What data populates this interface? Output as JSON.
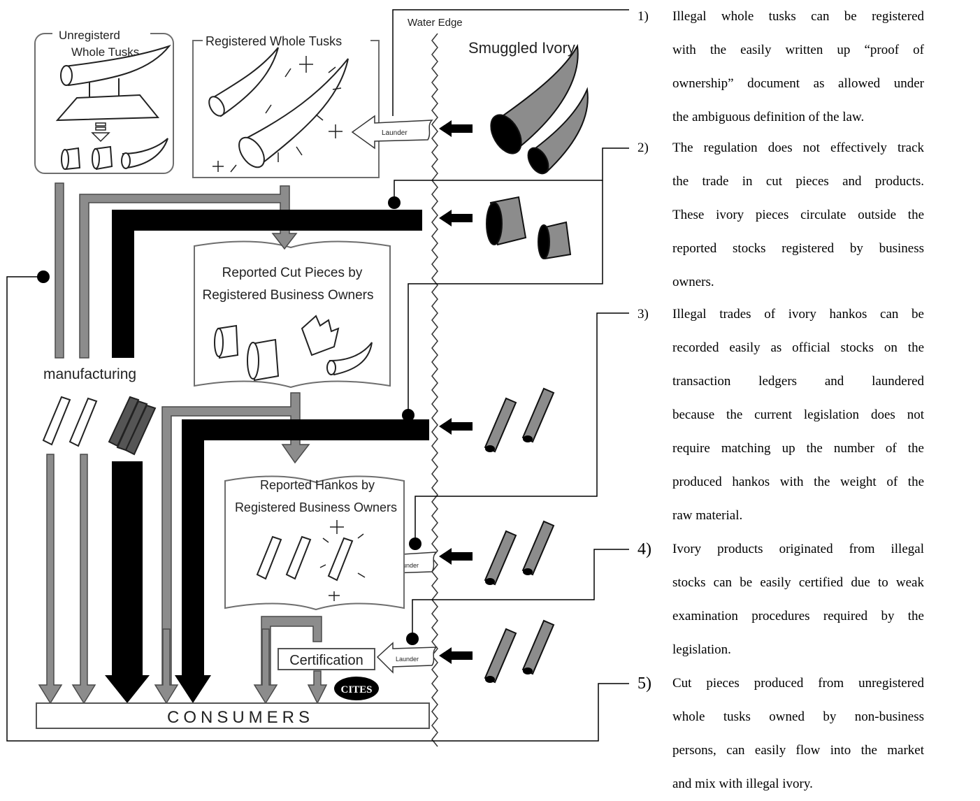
{
  "labels": {
    "unregistered_line1": "Unregisterd",
    "unregistered_line2": "Whole Tusks",
    "registered_whole": "Registered Whole Tusks",
    "water_edge": "Water Edge",
    "smuggled": "Smuggled Ivory",
    "launder_1": "Launder",
    "launder_2": "Launder",
    "launder_3": "Launder",
    "manufacturing": "manufacturing",
    "cut_pieces_line1": "Reported Cut Pieces by",
    "cut_pieces_line2": "Registered Business Owners",
    "hankos_line1": "Reported Hankos by",
    "hankos_line2": "Registered Business Owners",
    "certification": "Certification",
    "cites": "CITES",
    "consumers": "CONSUMERS"
  },
  "notes": [
    {
      "num": "1)",
      "lines": [
        "Illegal whole tusks can be registered",
        "with the easily written up “proof of",
        "ownership” document as allowed under",
        "the ambiguous definition of the law."
      ]
    },
    {
      "num": "2)",
      "lines": [
        "The regulation does not effectively track",
        "the trade in cut pieces and products.",
        "These ivory pieces circulate outside the",
        "reported stocks registered by business",
        "owners."
      ]
    },
    {
      "num": "3)",
      "lines": [
        "Illegal trades of ivory hankos can be",
        "recorded easily as official stocks on the",
        "transaction ledgers and laundered",
        "because the current legislation does not",
        "require matching up the number of the",
        "produced hankos with the weight of the",
        "raw material."
      ]
    },
    {
      "num": "4)",
      "lines": [
        "Ivory products originated from illegal",
        "stocks can be easily certified due to weak",
        "examination procedures required by the",
        "legislation."
      ]
    },
    {
      "num": "5)",
      "lines": [
        "Cut pieces produced from unregistered",
        "whole tusks owned by non-business",
        "persons, can easily flow into the market",
        "and mix with illegal ivory."
      ]
    }
  ],
  "colors": {
    "gray": "#8c8c8c",
    "black": "#000000",
    "box_border": "#707070"
  }
}
